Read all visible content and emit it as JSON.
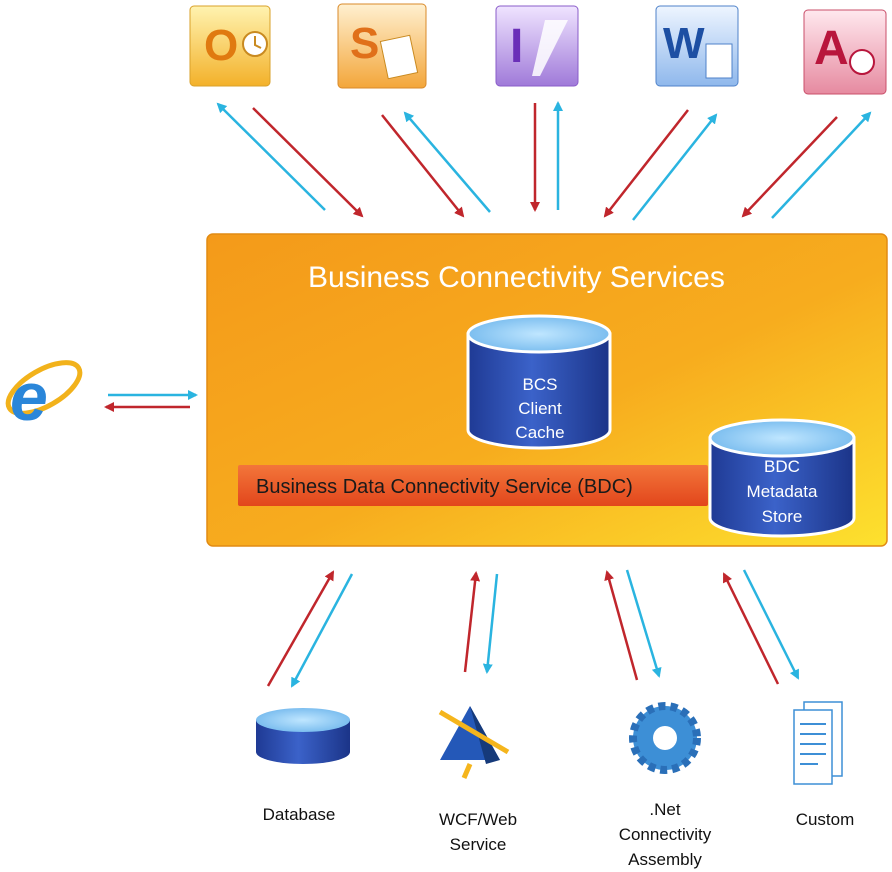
{
  "bcs": {
    "title": "Business Connectivity Services"
  },
  "bcs_cache": {
    "lines": [
      "BCS",
      "Client",
      "Cache"
    ]
  },
  "bdc_store": {
    "lines": [
      "BDC",
      "Metadata",
      "Store"
    ]
  },
  "bdc_service": {
    "label": "Business Data Connectivity Service (BDC)"
  },
  "office_apps": [
    {
      "glyph": "O",
      "icon": "outlook-icon"
    },
    {
      "glyph": "S",
      "icon": "sharepoint-workspace-icon"
    },
    {
      "glyph": "I",
      "icon": "infopath-icon"
    },
    {
      "glyph": "W",
      "icon": "word-icon"
    },
    {
      "glyph": "A",
      "icon": "access-icon"
    }
  ],
  "browser": {
    "glyph": "e",
    "icon": "internet-explorer-icon"
  },
  "sources": {
    "database": {
      "lines": [
        "Database"
      ],
      "icon": "database-icon"
    },
    "wcf": {
      "lines": [
        "WCF/Web",
        "Service"
      ],
      "icon": "wcf-icon"
    },
    "dotnet": {
      "lines": [
        ".Net",
        "Connectivity",
        "Assembly"
      ],
      "icon": "gear-icon"
    },
    "custom": {
      "lines": [
        "Custom"
      ],
      "icon": "documents-icon"
    }
  },
  "colors": {
    "arrow_red": "#c0262c",
    "arrow_blue": "#2ab4e0",
    "box_orange": "#f7a21b",
    "box_yellow": "#fdd22a",
    "bdc_bar": "#ef5a24",
    "db_blue": "#2d4fb0"
  }
}
